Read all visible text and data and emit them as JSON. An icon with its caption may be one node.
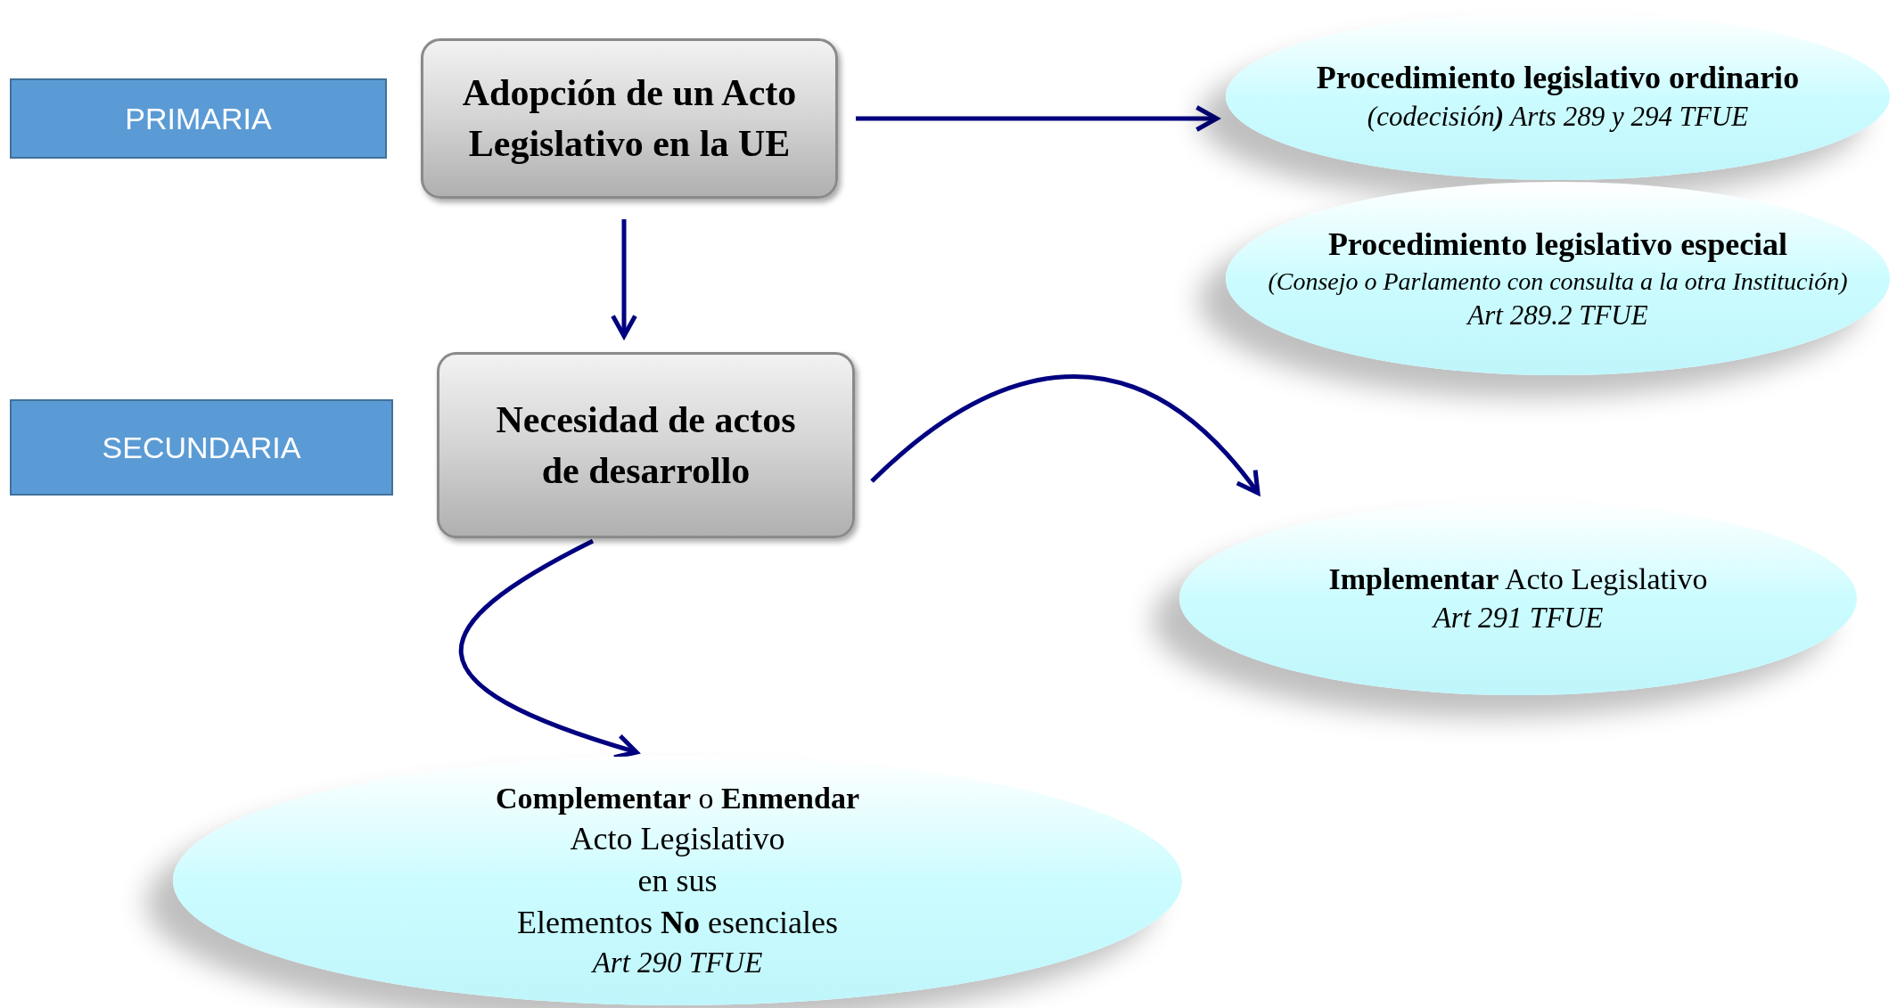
{
  "diagram": {
    "nodes": [
      {
        "text": [
          "PRIMARIA"
        ]
      },
      {
        "text": [
          "Adopción de un Acto Legislativo en la UE"
        ]
      },
      {
        "text": [
          "Procedimiento legislativo ordinario",
          "(codecisión**)** Arts 289 y 294 TFUE"
        ]
      },
      {
        "text": [
          "Procedimiento legislativo especial",
          "(Consejo o Parlamento con consulta a la otra Institución)",
          "Art 289.2 TFUE"
        ]
      },
      {
        "text": [
          "SECUNDARIA"
        ]
      },
      {
        "text": [
          "Necesidad de actos de desarrollo"
        ]
      },
      {
        "text": [
          "**Implementar** Acto Legislativo",
          "Art 291 TFUE"
        ]
      },
      {
        "text": [
          "**Complementar** o **Enmendar**",
          "Acto Legislativo",
          "en sus",
          "Elementos **No** esenciales",
          "Art 290 TFUE"
        ]
      }
    ],
    "edges": [
      {
        "from": 1,
        "to": 2,
        "arrow": "to"
      },
      {
        "from": 1,
        "to": 5,
        "arrow": "to"
      },
      {
        "from": 5,
        "to": 6,
        "arrow": "to"
      },
      {
        "from": 5,
        "to": 7,
        "arrow": "to"
      }
    ]
  }
}
